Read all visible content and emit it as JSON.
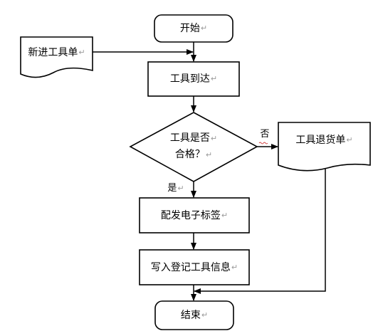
{
  "nodes": {
    "start": "开始",
    "new_tool_sheet": "新进工具单",
    "tool_arrival": "工具到达",
    "decision_line1": "工具是否",
    "decision_line2": "合格？",
    "return_sheet": "工具退货单",
    "assign_tag": "配发电子标签",
    "write_register": "写入登记工具信息",
    "end": "结束"
  },
  "edge_labels": {
    "no": "否",
    "yes": "是"
  },
  "paragraph_mark": "↵"
}
